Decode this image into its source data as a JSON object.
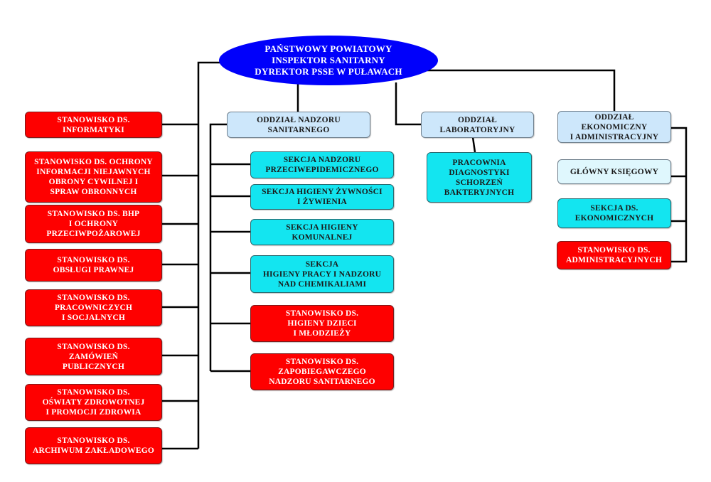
{
  "colors": {
    "root": "#0000fb",
    "stanowisko": "#fe0000",
    "sekcja": "#13e5f0",
    "oddzial": "#cde7fb",
    "glowny_ksiegowy": "#dff7fd",
    "connector": "#000000"
  },
  "root": {
    "label": "PAŃSTWOWY POWIATOWY\nINSPEKTOR SANITARNY\nDYREKTOR PSSE W PUŁAWACH"
  },
  "left_positions": [
    {
      "label": "STANOWISKO DS.\nINFORMATYKI"
    },
    {
      "label": "STANOWISKO DS. OCHRONY\nINFORMACJI NIEJAWNYCH\nOBRONY CYWILNEJ I\nSPRAW OBRONNYCH"
    },
    {
      "label": "STANOWISKO DS. BHP\nI OCHRONY\nPRZECIWPOŻAROWEJ"
    },
    {
      "label": "STANOWISKO DS.\nOBSŁUGI PRAWNEJ"
    },
    {
      "label": "STANOWISKO DS.\nPRACOWNICZYCH\nI SOCJALNYCH"
    },
    {
      "label": "STANOWISKO DS.\nZAMÓWIEŃ\nPUBLICZNYCH"
    },
    {
      "label": "STANOWISKO DS.\nOŚWIATY ZDROWOTNEJ\nI PROMOCJI ZDROWIA"
    },
    {
      "label": "STANOWISKO DS.\nARCHIWUM ZAKŁADOWEGO"
    }
  ],
  "oddzial_nadzoru": {
    "label": "ODDZIAŁ NADZORU\nSANITARNEGO",
    "children": [
      {
        "label": "SEKCJA NADZORU\nPRZECIWEPIDEMICZNEGO",
        "type": "sekcja"
      },
      {
        "label": "SEKCJA HIGIENY ŻYWNOŚCI\nI ŻYWIENIA",
        "type": "sekcja"
      },
      {
        "label": "SEKCJA HIGIENY\nKOMUNALNEJ",
        "type": "sekcja"
      },
      {
        "label": "SEKCJA\nHIGIENY PRACY I NADZORU\nNAD CHEMIKALIAMI",
        "type": "sekcja"
      },
      {
        "label": "STANOWISKO DS.\nHIGIENY DZIECI\nI MŁODZIEŻY",
        "type": "stanowisko"
      },
      {
        "label": "STANOWISKO DS.\nZAPOBIEGAWCZEGO\nNADZORU SANITARNEGO",
        "type": "stanowisko"
      }
    ]
  },
  "oddzial_laboratoryjny": {
    "label": "ODDZIAŁ\nLABORATORYJNY",
    "children": [
      {
        "label": "PRACOWNIA\nDIAGNOSTYKI\nSCHORZEŃ\nBAKTERYJNYCH",
        "type": "sekcja"
      }
    ]
  },
  "oddzial_ekonomiczny": {
    "label": "ODDZIAŁ\nEKONOMICZNY\nI ADMINISTRACYJNY",
    "children": [
      {
        "label": "GŁÓWNY KSIĘGOWY",
        "type": "glowny"
      },
      {
        "label": "SEKCJA DS.\nEKONOMICZNYCH",
        "type": "sekcja"
      },
      {
        "label": "STANOWISKO DS.\nADMINISTRACYJNYCH",
        "type": "stanowisko"
      }
    ]
  }
}
